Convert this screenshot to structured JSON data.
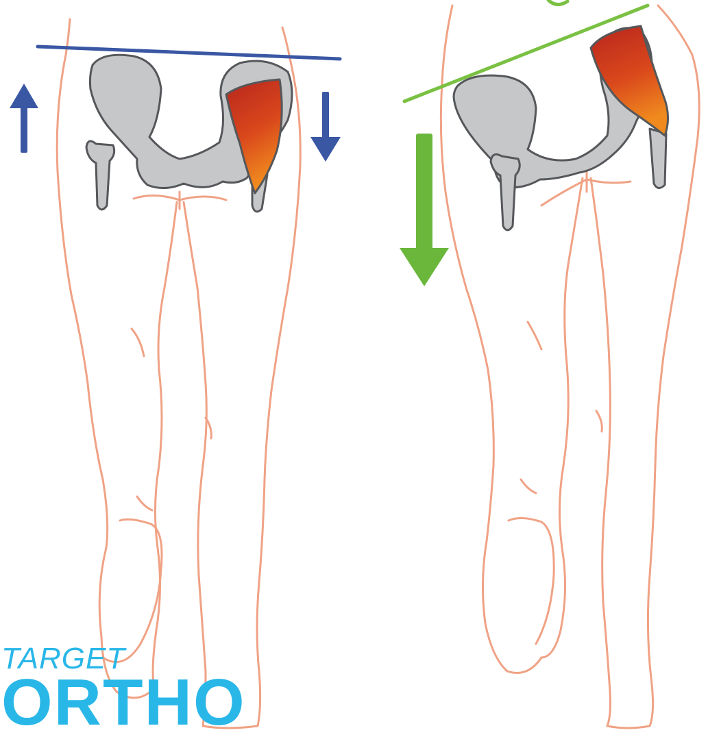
{
  "logo": {
    "line1": "TARGET",
    "line2": "ORTHO",
    "color": "#29b7e8"
  },
  "figures": [
    {
      "id": "left-figure",
      "pelvis_level_line_color": "#3a57a4",
      "arrow_up_color": "#3a57a4",
      "arrow_down_color": "#3a57a4",
      "muscle_colors": [
        "#c0392b",
        "#e67e22"
      ]
    },
    {
      "id": "right-figure",
      "pelvis_level_line_color": "#7ac143",
      "arrow_down_color": "#6ab73c",
      "muscle_colors": [
        "#c0392b",
        "#e67e22"
      ]
    }
  ],
  "colors": {
    "skin_outline": "#f0a285",
    "bone_fill": "#c6c7c9",
    "bone_stroke": "#55575a"
  }
}
